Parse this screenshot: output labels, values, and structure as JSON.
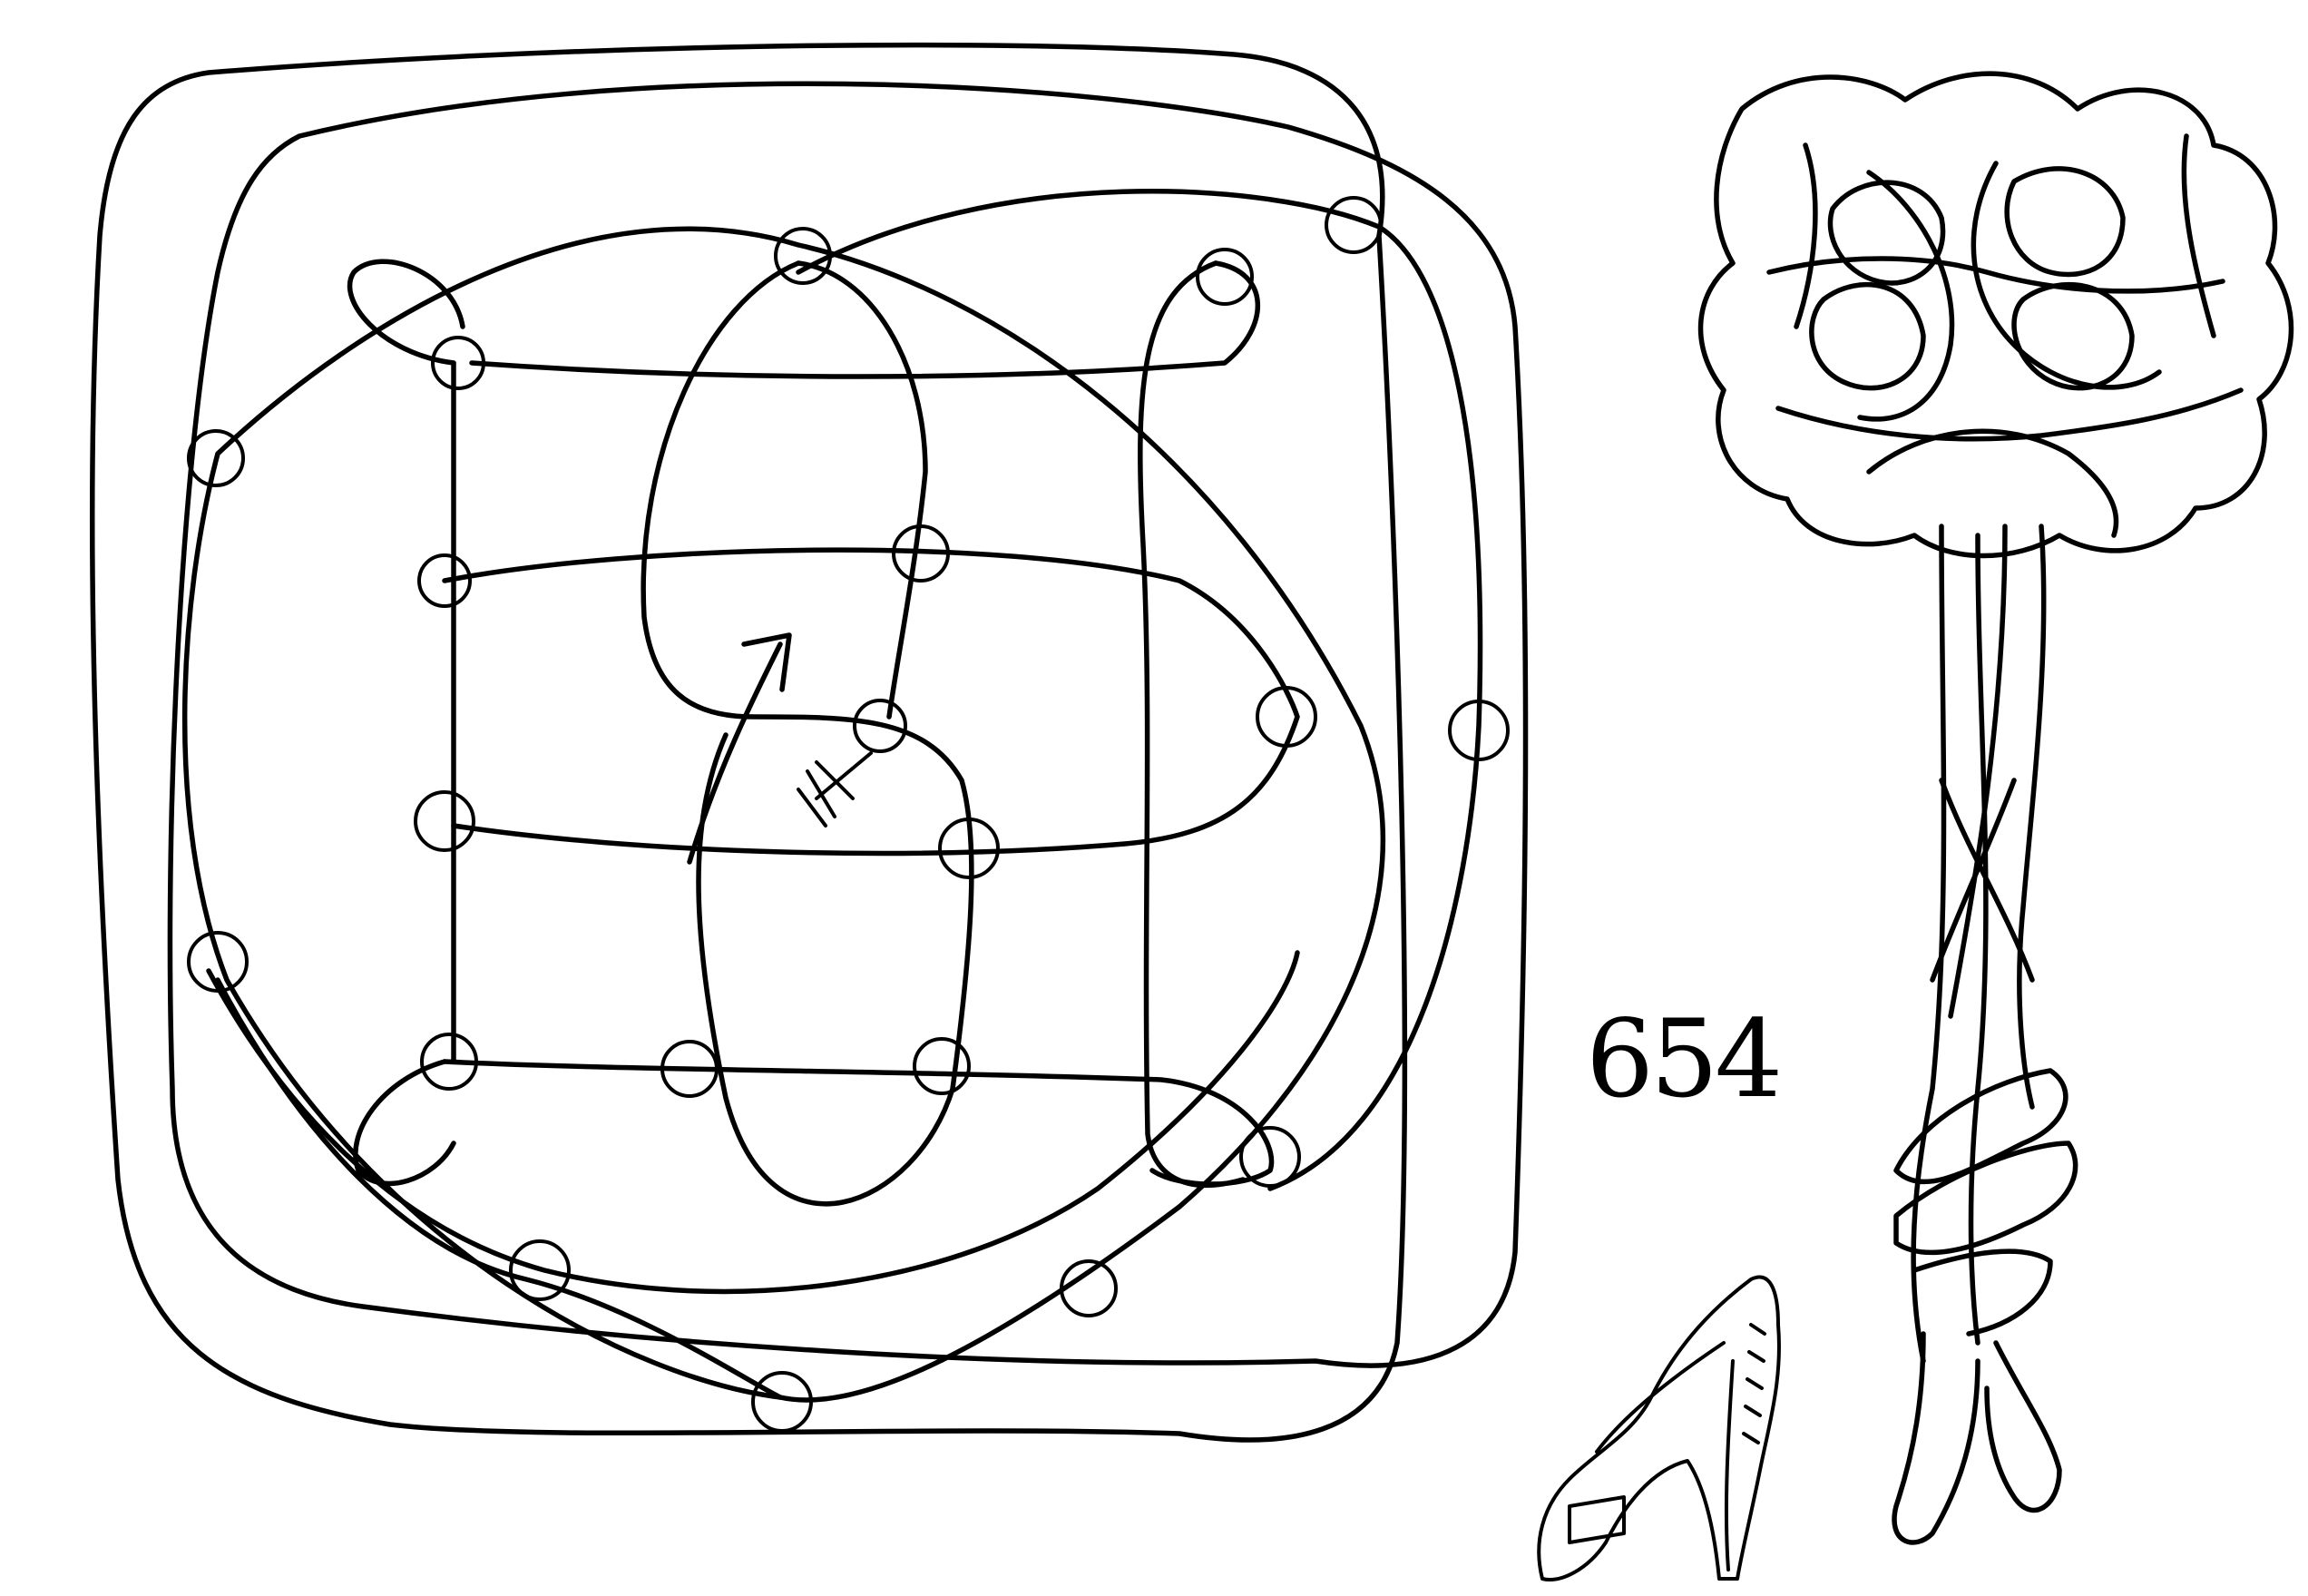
{
  "figure": {
    "number": "654"
  },
  "colors": {
    "ink": "#000000",
    "paper": "#ffffff"
  },
  "elements": {
    "diagram": "knot-diagram-net",
    "knot": "finished-knot-button",
    "shoe": "high-heel-shoe-illustration",
    "arrow": "start-direction-arrow"
  }
}
